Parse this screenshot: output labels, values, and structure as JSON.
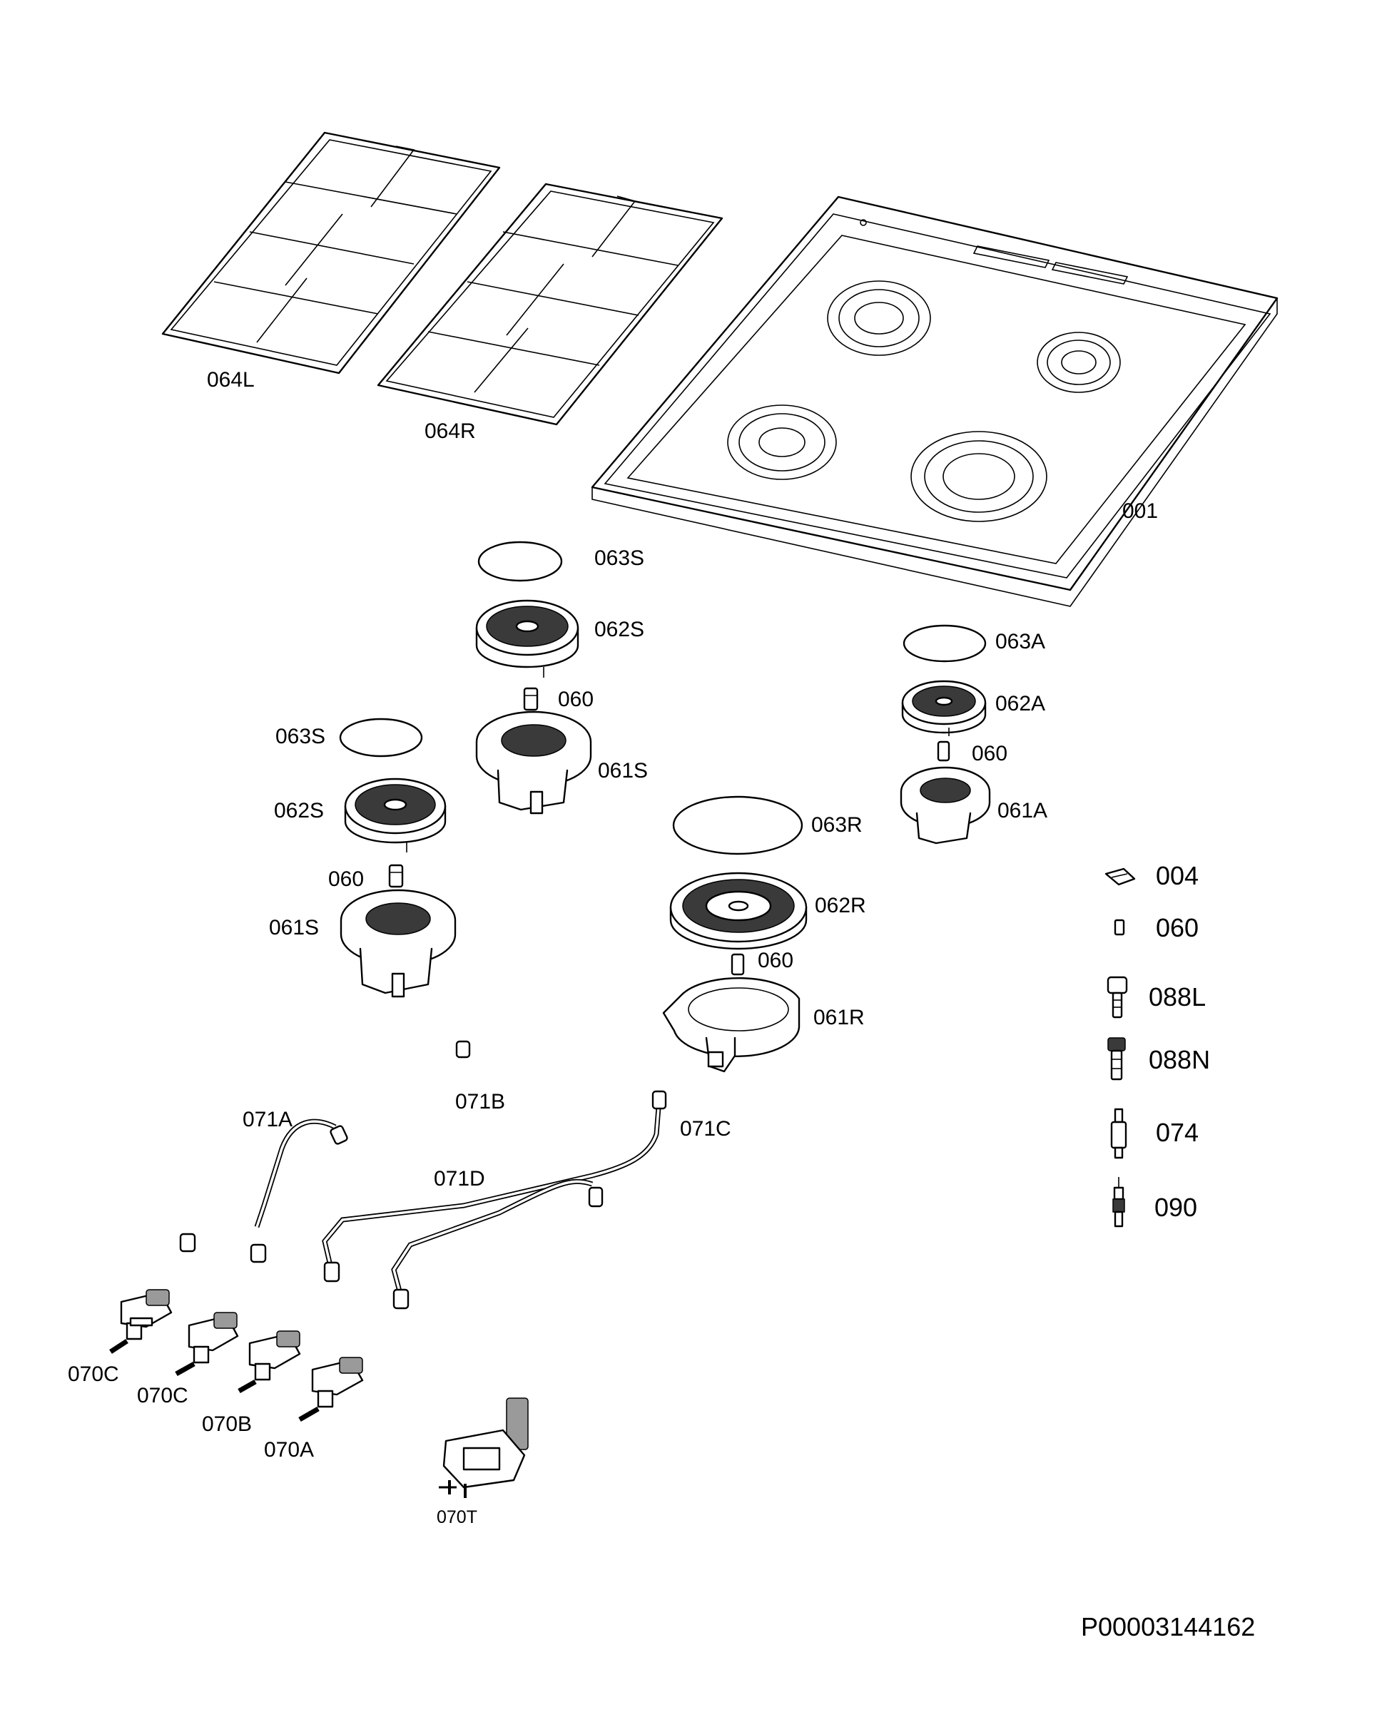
{
  "labels": {
    "l064L": "064L",
    "l064R": "064R",
    "l001": "001",
    "l063S_a": "063S",
    "l062S_a": "062S",
    "l060_a": "060",
    "l063S_b": "063S",
    "l061S_a": "061S",
    "l062S_b": "062S",
    "l060_b": "060",
    "l061S_b": "061S",
    "l063A": "063A",
    "l062A": "062A",
    "l060_c": "060",
    "l061A": "061A",
    "l063R": "063R",
    "l062R": "062R",
    "l060_d": "060",
    "l061R": "061R",
    "l071A": "071A",
    "l071B": "071B",
    "l071C": "071C",
    "l071D": "071D",
    "l070C_a": "070C",
    "l070C_b": "070C",
    "l070B": "070B",
    "l070A": "070A",
    "l070T": "070T"
  },
  "legend": {
    "p004": "004",
    "p060": "060",
    "p088L": "088L",
    "p088N": "088N",
    "p074": "074",
    "p090": "090"
  },
  "document_id": "P00003144162",
  "icons": [
    "grate-icon",
    "hob-top-icon",
    "burner-cap-icon",
    "burner-crown-icon",
    "injector-icon",
    "burner-base-icon",
    "gas-pipe-icon",
    "gas-tap-icon",
    "clip-icon",
    "connector-icon",
    "thermocouple-icon",
    "spark-plug-icon"
  ]
}
